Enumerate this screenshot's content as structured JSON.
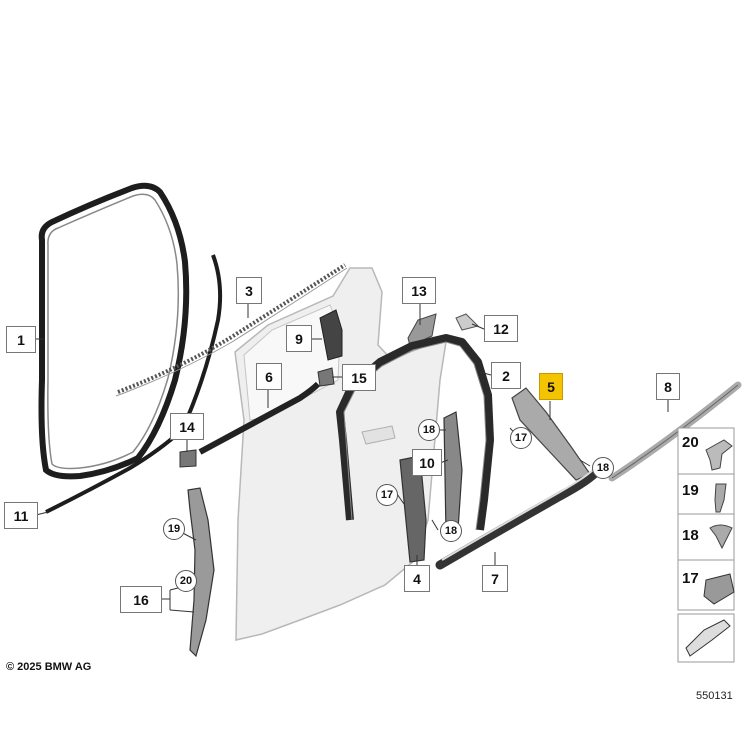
{
  "part_callouts": [
    "1",
    "2",
    "3",
    "4",
    "5",
    "6",
    "7",
    "8",
    "9",
    "10",
    "11",
    "12",
    "13",
    "14",
    "15",
    "16"
  ],
  "fastener_callouts": {
    "n17": "17",
    "n18": "18",
    "n19": "19",
    "n20": "20"
  },
  "highlighted_callout": "5",
  "legend": [
    "20",
    "19",
    "18",
    "17"
  ],
  "copyright": "© 2025 BMW AG",
  "drawing_number": "550131",
  "colors": {
    "highlight": "#f5c400",
    "line": "#333333",
    "door_fill": "#efefef",
    "part_fill": "#a6a6a6"
  }
}
